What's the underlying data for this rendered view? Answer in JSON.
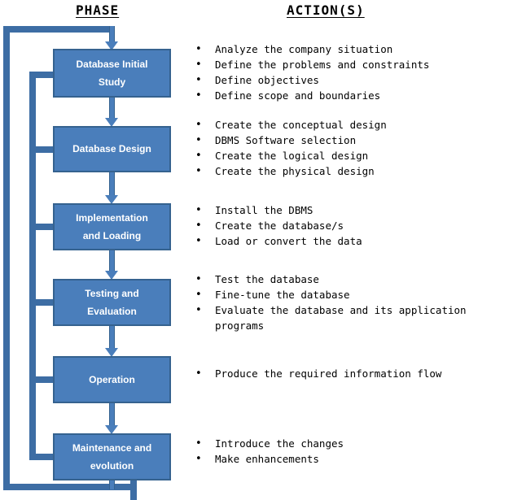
{
  "headings": {
    "phase": "PHASE",
    "actions": "ACTION(S)"
  },
  "colors": {
    "box_fill": "#4A7EBB",
    "box_border": "#35628F",
    "connector": "#3D6DA4",
    "box_text": "#FFFFFF",
    "body_text": "#000000",
    "background": "#FFFFFF"
  },
  "bullet_glyph": "•",
  "phases": [
    {
      "id": "database-initial-study",
      "label": "Database Initial Study",
      "label_lines": [
        "Database Initial",
        "Study"
      ],
      "actions": [
        "Analyze the company situation",
        "Define the problems and constraints",
        "Define objectives",
        "Define scope and boundaries"
      ]
    },
    {
      "id": "database-design",
      "label": "Database Design",
      "label_lines": [
        "Database Design"
      ],
      "actions": [
        "Create the conceptual design",
        "DBMS Software selection",
        "Create the logical design",
        "Create the physical design"
      ]
    },
    {
      "id": "implementation-and-loading",
      "label": "Implementation and Loading",
      "label_lines": [
        "Implementation",
        "and Loading"
      ],
      "actions": [
        "Install the DBMS",
        "Create the database/s",
        "Load or convert the data"
      ]
    },
    {
      "id": "testing-and-evaluation",
      "label": "Testing and Evaluation",
      "label_lines": [
        "Testing and",
        "Evaluation"
      ],
      "actions": [
        "Test the database",
        "Fine-tune the database",
        "Evaluate the database and its application programs"
      ]
    },
    {
      "id": "operation",
      "label": "Operation",
      "label_lines": [
        "Operation"
      ],
      "actions": [
        "Produce the required information flow"
      ]
    },
    {
      "id": "maintenance-and-evolution",
      "label": "Maintenance and evolution",
      "label_lines": [
        "Maintenance and",
        "evolution"
      ],
      "actions": [
        "Introduce the changes",
        "Make enhancements"
      ]
    }
  ]
}
